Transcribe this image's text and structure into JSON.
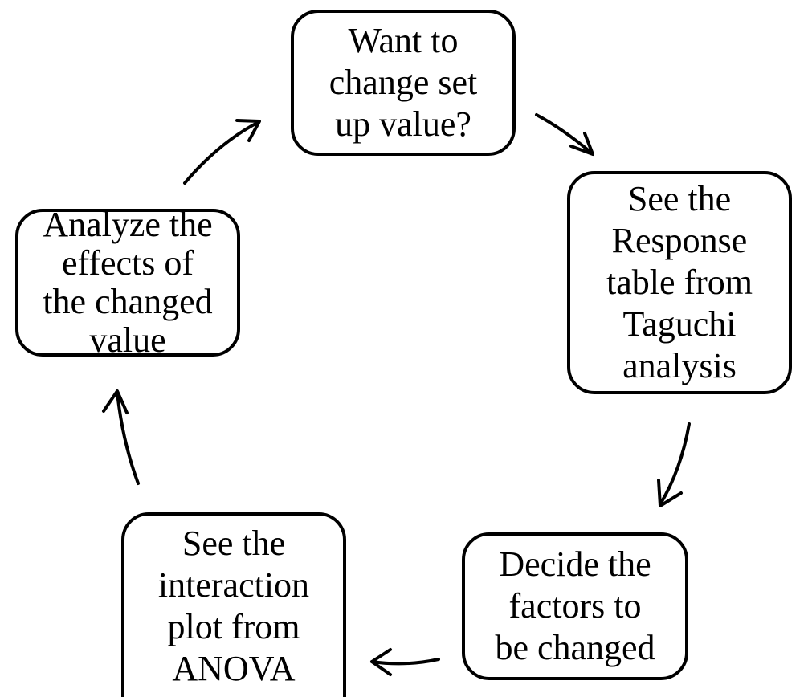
{
  "diagram": {
    "type": "cycle",
    "nodes": [
      {
        "id": "want-to-change",
        "text": "Want to\nchange set\nup value?"
      },
      {
        "id": "response-table",
        "text": "See the\nResponse\ntable from\nTaguchi\nanalysis"
      },
      {
        "id": "decide-factors",
        "text": "Decide the\nfactors to\nbe changed"
      },
      {
        "id": "interaction-plot",
        "text": "See the\ninteraction\nplot from\nANOVA"
      },
      {
        "id": "analyze-effects",
        "text": "Analyze the\neffects of\nthe changed\nvalue"
      }
    ],
    "edges": [
      {
        "from": "want-to-change",
        "to": "response-table"
      },
      {
        "from": "response-table",
        "to": "decide-factors"
      },
      {
        "from": "decide-factors",
        "to": "interaction-plot"
      },
      {
        "from": "interaction-plot",
        "to": "analyze-effects"
      },
      {
        "from": "analyze-effects",
        "to": "want-to-change"
      }
    ],
    "colors": {
      "stroke": "#000000",
      "fill": "#ffffff",
      "text": "#000000"
    }
  }
}
